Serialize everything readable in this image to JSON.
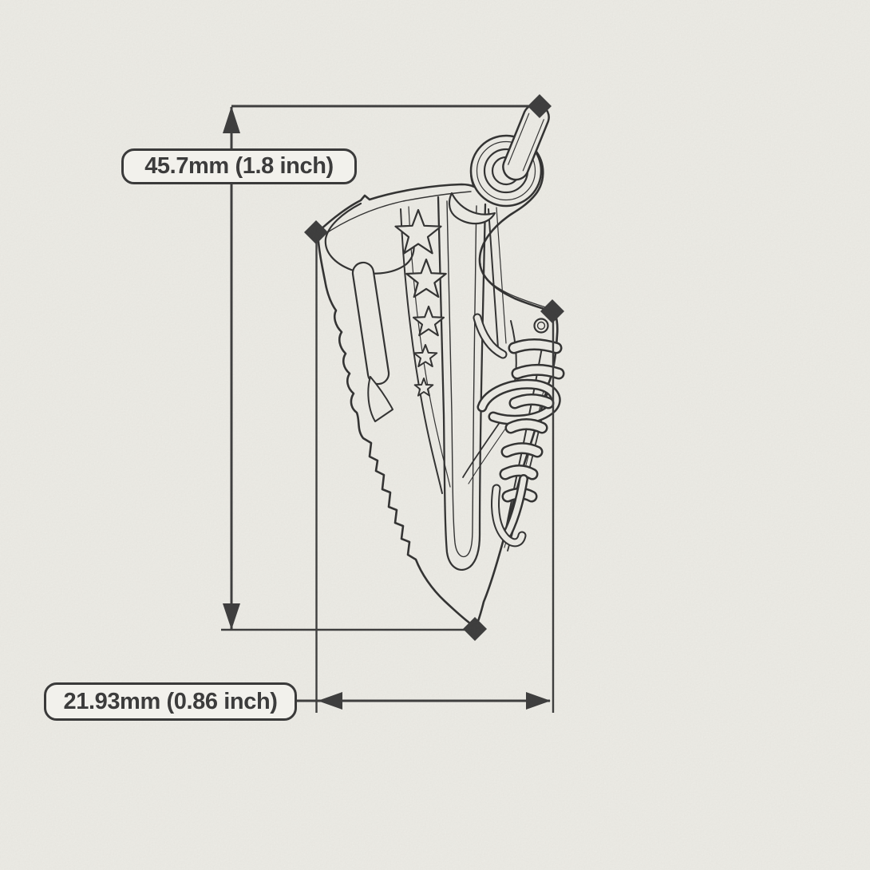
{
  "theme": {
    "paper": "#efeee8",
    "ink": "#2f2f2f",
    "marker": "#3a3a3a",
    "label-border": "#3a3a3a",
    "label-bg": "#f2f1ec",
    "label-text": "#3c3c3c"
  },
  "drawing": {
    "subject": "Sneaker charm pendant technical outline drawing with dimension annotations",
    "height_dimension": {
      "label": "45.7mm (1.8 inch)"
    },
    "width_dimension": {
      "label": "21.93mm (0.86 inch)"
    }
  }
}
